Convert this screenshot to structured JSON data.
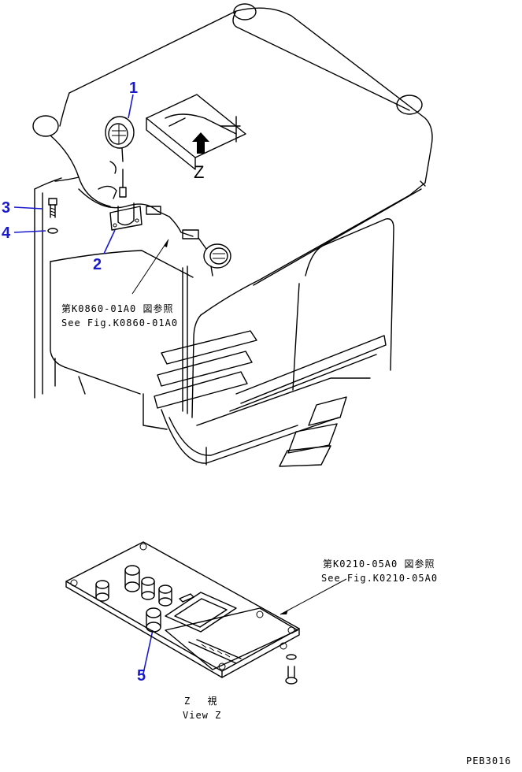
{
  "callouts": [
    "1",
    "2",
    "3",
    "4",
    "5"
  ],
  "view_marker": "Z",
  "ref_top": {
    "jp": "第K0860-01A0 図参照",
    "en": "See Fig.K0860-01A0"
  },
  "ref_bottom": {
    "jp": "第K0210-05A0 図参照",
    "en": "See Fig.K0210-05A0"
  },
  "view_caption": {
    "jp": "Z　 視",
    "en": "View Z"
  },
  "drawing_code": "PEB3016"
}
